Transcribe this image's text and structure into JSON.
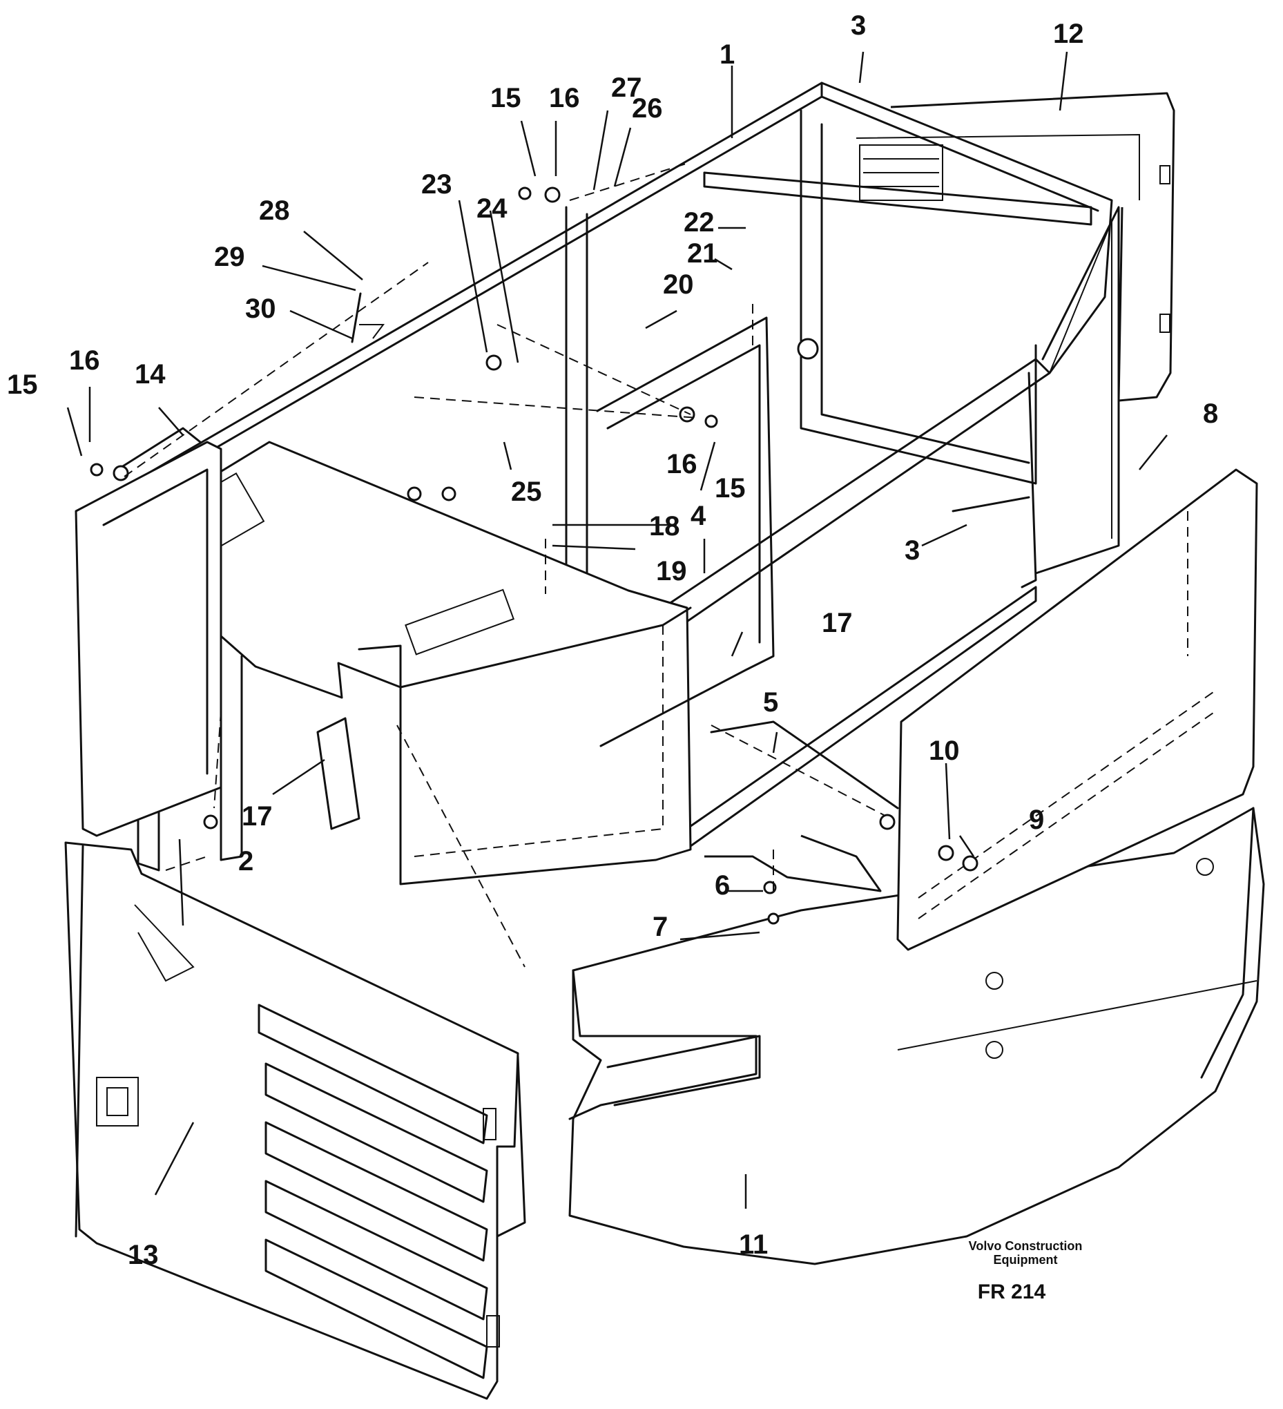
{
  "drawing": {
    "callouts": [
      "1",
      "2",
      "3",
      "3",
      "4",
      "5",
      "6",
      "7",
      "8",
      "9",
      "10",
      "11",
      "12",
      "13",
      "14",
      "15",
      "15",
      "15",
      "16",
      "16",
      "16",
      "17",
      "17",
      "18",
      "19",
      "20",
      "21",
      "22",
      "23",
      "24",
      "25",
      "26",
      "27",
      "28",
      "29",
      "30"
    ],
    "credit": {
      "line1": "Volvo Construction",
      "line2": "Equipment",
      "code": "FR 214"
    }
  },
  "colors": {
    "ink": "#111111",
    "paper": "#ffffff"
  }
}
